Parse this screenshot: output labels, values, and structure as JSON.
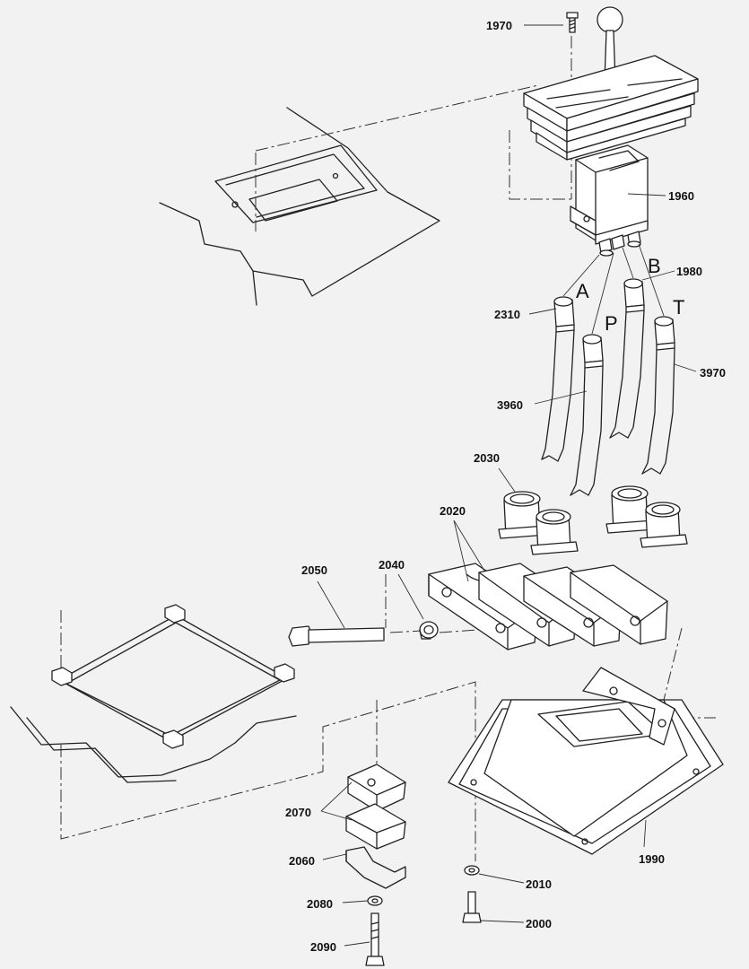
{
  "parts": {
    "p1970": "1970",
    "p1960": "1960",
    "p1980": "1980",
    "p2310": "2310",
    "p3970": "3970",
    "p3960": "3960",
    "p2030": "2030",
    "p2020": "2020",
    "p2050": "2050",
    "p2040": "2040",
    "p2070": "2070",
    "p2060": "2060",
    "p1990": "1990",
    "p2010": "2010",
    "p2080": "2080",
    "p2000": "2000",
    "p2090": "2090"
  },
  "ports": {
    "a": "A",
    "b": "B",
    "p": "P",
    "t": "T"
  }
}
